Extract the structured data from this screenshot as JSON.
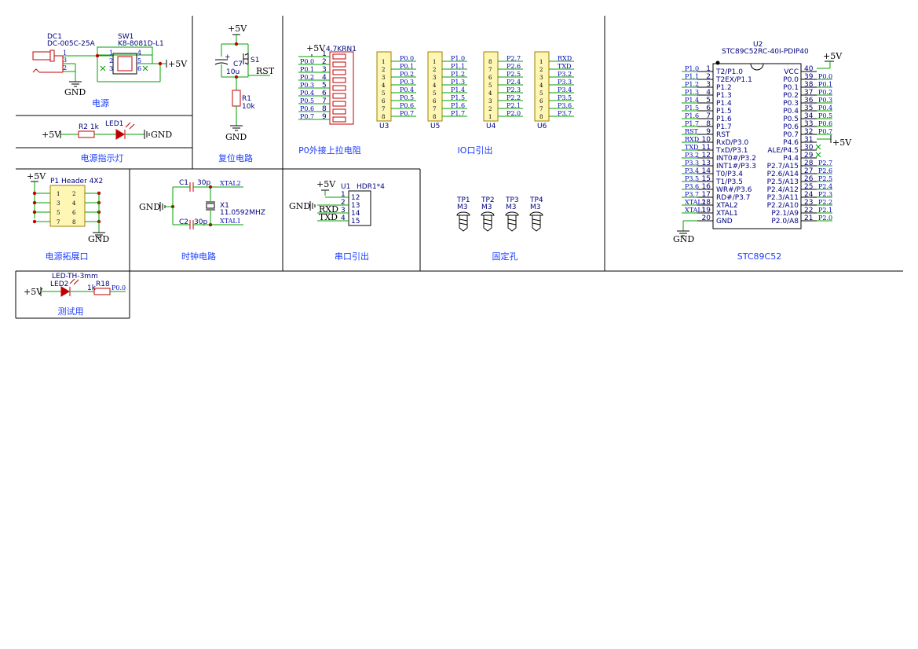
{
  "sections": {
    "power": "电源",
    "power_led": "电源指示灯",
    "reset": "复位电路",
    "p0_pullup": "P0外接上拉电阻",
    "io_out": "IO口引出",
    "stc": "STC89C52",
    "power_ext": "电源拓展口",
    "clock": "时钟电路",
    "serial": "串口引出",
    "mount": "固定孔",
    "test": "测试用"
  },
  "power_block": {
    "dc_ref": "DC1",
    "dc_part": "DC-005C-25A",
    "sw_ref": "SW1",
    "sw_part": "K8-8081D-L1",
    "pins_dc": [
      "1",
      "3",
      "2"
    ],
    "pins_sw": [
      "1",
      "4",
      "2",
      "5",
      "3",
      "6"
    ],
    "vcc": "+5V",
    "gnd": "GND"
  },
  "led_block": {
    "vcc": "+5V",
    "r_label": "R2 1k",
    "led_ref": "LED1",
    "gnd": "GND"
  },
  "reset_block": {
    "vcc": "+5V",
    "c_ref": "C7",
    "c_val": "10u",
    "plus": "+",
    "s_ref": "S1",
    "net": "RST",
    "r_ref": "R1",
    "r_val": "10k",
    "gnd": "GND"
  },
  "rn_block": {
    "vcc": "+5V",
    "part": "4.7KRN1",
    "pins": [
      "1",
      "2",
      "3",
      "4",
      "5",
      "6",
      "7",
      "8",
      "9"
    ],
    "nets": [
      "P0.0",
      "P0.1",
      "P0.2",
      "P0.3",
      "P0.4",
      "P0.5",
      "P0.6",
      "P0.7"
    ]
  },
  "headers": [
    {
      "ref": "U3",
      "pins": [
        "1",
        "2",
        "3",
        "4",
        "5",
        "6",
        "7",
        "8"
      ],
      "nets": [
        "P0.0",
        "P0.1",
        "P0.2",
        "P0.3",
        "P0.4",
        "P0.5",
        "P0.6",
        "P0.7"
      ]
    },
    {
      "ref": "U5",
      "pins": [
        "1",
        "2",
        "3",
        "4",
        "5",
        "6",
        "7",
        "8"
      ],
      "nets": [
        "P1.0",
        "P1.1",
        "P1.2",
        "P1.3",
        "P1.4",
        "P1.5",
        "P1.6",
        "P1.7"
      ]
    },
    {
      "ref": "U4",
      "pins": [
        "8",
        "7",
        "6",
        "5",
        "4",
        "3",
        "2",
        "1"
      ],
      "nets": [
        "P2.7",
        "P2.6",
        "P2.5",
        "P2.4",
        "P2.3",
        "P2.2",
        "P2.1",
        "P2.0"
      ]
    },
    {
      "ref": "U6",
      "pins": [
        "1",
        "2",
        "3",
        "4",
        "5",
        "6",
        "7",
        "8"
      ],
      "nets": [
        "RXD",
        "TXD",
        "P3.2",
        "P3.3",
        "P3.4",
        "P3.5",
        "P3.6",
        "P3.7"
      ]
    }
  ],
  "ext_block": {
    "vcc": "+5V",
    "ref": "P1 Header 4X2",
    "pins": [
      "1",
      "2",
      "3",
      "4",
      "5",
      "6",
      "7",
      "8"
    ],
    "gnd": "GND"
  },
  "clock_block": {
    "gnd": "GND",
    "c1": "C1",
    "c1_val": "30p",
    "c2": "C2",
    "c2_val": "30p",
    "x_ref": "X1",
    "x_val": "11.0592MHZ",
    "net1": "XTAL2",
    "net2": "XTAL1"
  },
  "serial_block": {
    "vcc": "+5V",
    "gnd": "GND",
    "ref": "U1",
    "part": "HDR1*4",
    "left_pins": [
      "1",
      "2",
      "3",
      "4"
    ],
    "right_pins": [
      "12",
      "13",
      "14",
      "15"
    ],
    "nets": [
      "RXD",
      "TXD"
    ]
  },
  "mount_block": [
    {
      "ref": "TP1",
      "val": "M3"
    },
    {
      "ref": "TP2",
      "val": "M3"
    },
    {
      "ref": "TP3",
      "val": "M3"
    },
    {
      "ref": "TP4",
      "val": "M3"
    }
  ],
  "mcu": {
    "ref": "U2",
    "part": "STC89C52RC-40I-PDIP40",
    "vcc": "+5V",
    "gnd": "GND",
    "left": [
      {
        "net": "P1.0",
        "num": "1",
        "name": "T2/P1.0"
      },
      {
        "net": "P1.1",
        "num": "2",
        "name": "T2EX/P1.1"
      },
      {
        "net": "P1.2",
        "num": "3",
        "name": "P1.2"
      },
      {
        "net": "P1.3",
        "num": "4",
        "name": "P1.3"
      },
      {
        "net": "P1.4",
        "num": "5",
        "name": "P1.4"
      },
      {
        "net": "P1.5",
        "num": "6",
        "name": "P1.5"
      },
      {
        "net": "P1.6",
        "num": "7",
        "name": "P1.6"
      },
      {
        "net": "P1.7",
        "num": "8",
        "name": "P1.7"
      },
      {
        "net": "RST",
        "num": "9",
        "name": "RST"
      },
      {
        "net": "RXD",
        "num": "10",
        "name": "RxD/P3.0"
      },
      {
        "net": "TXD",
        "num": "11",
        "name": "TxD/P3.1"
      },
      {
        "net": "P3.2",
        "num": "12",
        "name": "INT0#/P3.2"
      },
      {
        "net": "P3.3",
        "num": "13",
        "name": "INT1#/P3.3"
      },
      {
        "net": "P3.4",
        "num": "14",
        "name": "T0/P3.4"
      },
      {
        "net": "P3.5",
        "num": "15",
        "name": "T1/P3.5"
      },
      {
        "net": "P3.6",
        "num": "16",
        "name": "WR#/P3.6"
      },
      {
        "net": "P3.7",
        "num": "17",
        "name": "RD#/P3.7"
      },
      {
        "net": "XTAL2",
        "num": "18",
        "name": "XTAL2"
      },
      {
        "net": "XTAL1",
        "num": "19",
        "name": "XTAL1"
      },
      {
        "net": "",
        "num": "20",
        "name": "GND"
      }
    ],
    "right": [
      {
        "net": "",
        "num": "40",
        "name": "VCC"
      },
      {
        "net": "P0.0",
        "num": "39",
        "name": "P0.0"
      },
      {
        "net": "P0.1",
        "num": "38",
        "name": "P0.1"
      },
      {
        "net": "P0.2",
        "num": "37",
        "name": "P0.2"
      },
      {
        "net": "P0.3",
        "num": "36",
        "name": "P0.3"
      },
      {
        "net": "P0.4",
        "num": "35",
        "name": "P0.4"
      },
      {
        "net": "P0.5",
        "num": "34",
        "name": "P0.5"
      },
      {
        "net": "P0.6",
        "num": "33",
        "name": "P0.6"
      },
      {
        "net": "P0.7",
        "num": "32",
        "name": "P0.7"
      },
      {
        "net": "",
        "num": "31",
        "name": "P4.6"
      },
      {
        "net": "",
        "num": "30",
        "name": "ALE/P4.5"
      },
      {
        "net": "",
        "num": "29",
        "name": "P4.4"
      },
      {
        "net": "P2.7",
        "num": "28",
        "name": "P2.7/A15"
      },
      {
        "net": "P2.6",
        "num": "27",
        "name": "P2.6/A14"
      },
      {
        "net": "P2.5",
        "num": "26",
        "name": "P2.5/A13"
      },
      {
        "net": "P2.4",
        "num": "25",
        "name": "P2.4/A12"
      },
      {
        "net": "P2.3",
        "num": "24",
        "name": "P2.3/A11"
      },
      {
        "net": "P2.2",
        "num": "23",
        "name": "P2.2/A10"
      },
      {
        "net": "P2.1",
        "num": "22",
        "name": "P2.1/A9"
      },
      {
        "net": "P2.0",
        "num": "21",
        "name": "P2.0/A8"
      }
    ]
  },
  "test_block": {
    "vcc": "+5V",
    "led_part": "LED-TH-3mm",
    "led_ref": "LED2",
    "r_val": "1k",
    "r_ref": "R18",
    "net": "P0.0"
  }
}
